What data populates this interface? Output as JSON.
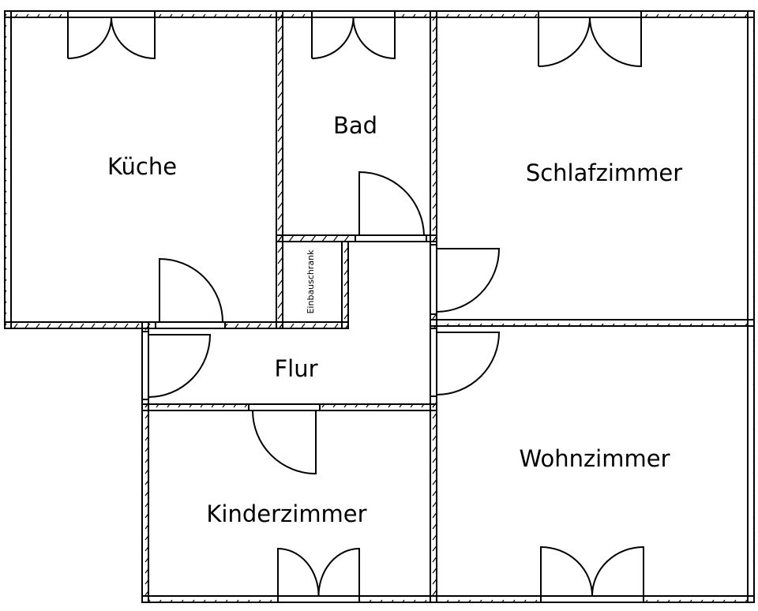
{
  "plan": {
    "rooms": {
      "kueche": "Küche",
      "bad": "Bad",
      "schlafzimmer": "Schlafzimmer",
      "einbauschrank": "Einbauschrank",
      "flur": "Flur",
      "kinderzimmer": "Kinderzimmer",
      "wohnzimmer": "Wohnzimmer"
    },
    "colors": {
      "line": "#000000",
      "background": "#ffffff"
    }
  }
}
